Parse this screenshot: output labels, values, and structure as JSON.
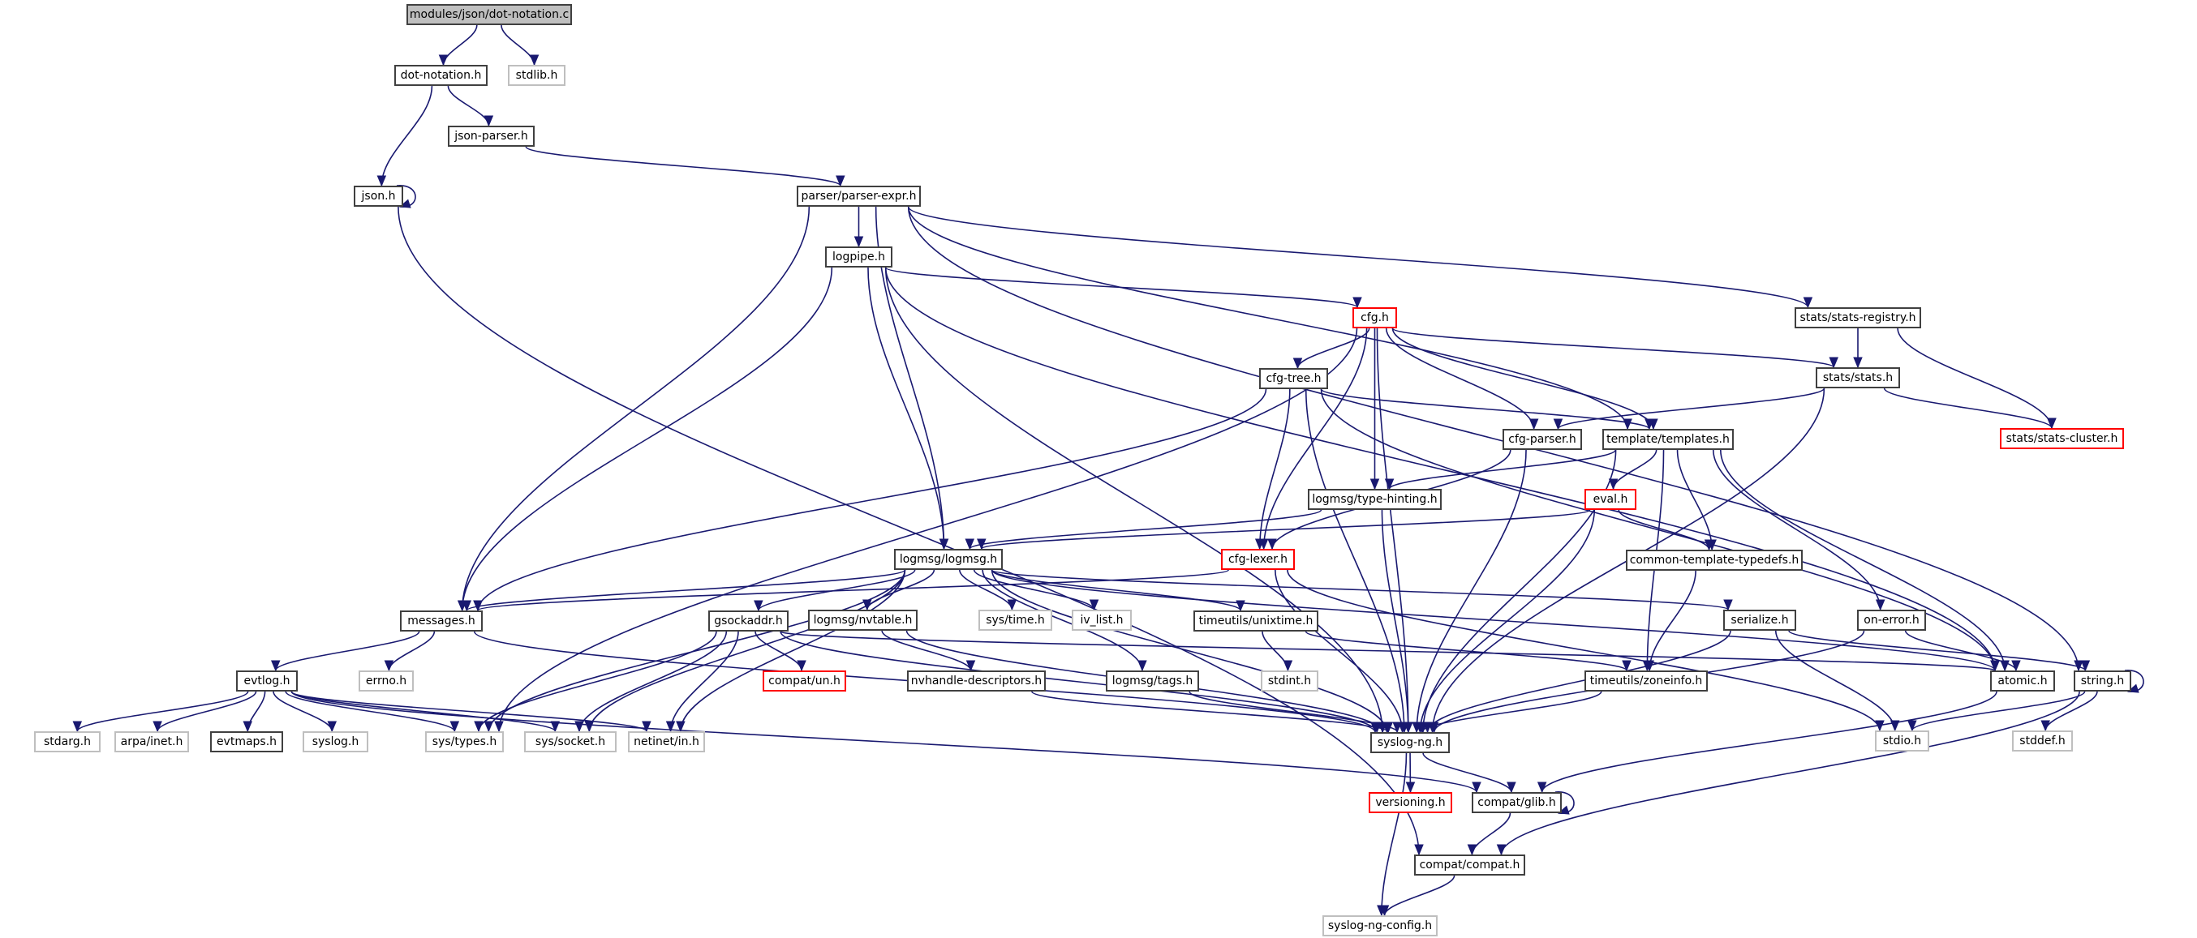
{
  "title": "modules/json/dot-notation.c include dependency graph",
  "colors": {
    "edge": "#191970",
    "root_fill": "#bfbfbf",
    "normal_border": "#404040",
    "external_border": "#bfbfbf",
    "truncated_border": "#ff0000"
  },
  "nodes": [
    {
      "id": "root",
      "label": "modules/json/dot-notation.c",
      "kind": "root"
    },
    {
      "id": "dot_notation_h",
      "label": "dot-notation.h",
      "kind": "normal"
    },
    {
      "id": "stdlib_h",
      "label": "stdlib.h",
      "kind": "external"
    },
    {
      "id": "json_parser_h",
      "label": "json-parser.h",
      "kind": "normal"
    },
    {
      "id": "json_h",
      "label": "json.h",
      "kind": "normal"
    },
    {
      "id": "parser_expr_h",
      "label": "parser/parser-expr.h",
      "kind": "normal"
    },
    {
      "id": "logpipe_h",
      "label": "logpipe.h",
      "kind": "normal"
    },
    {
      "id": "cfg_h",
      "label": "cfg.h",
      "kind": "truncated"
    },
    {
      "id": "stats_registry_h",
      "label": "stats/stats-registry.h",
      "kind": "normal"
    },
    {
      "id": "cfg_tree_h",
      "label": "cfg-tree.h",
      "kind": "normal"
    },
    {
      "id": "stats_h",
      "label": "stats/stats.h",
      "kind": "normal"
    },
    {
      "id": "cfg_parser_h",
      "label": "cfg-parser.h",
      "kind": "normal"
    },
    {
      "id": "templates_h",
      "label": "template/templates.h",
      "kind": "normal"
    },
    {
      "id": "stats_cluster_h",
      "label": "stats/stats-cluster.h",
      "kind": "truncated"
    },
    {
      "id": "type_hinting_h",
      "label": "logmsg/type-hinting.h",
      "kind": "normal"
    },
    {
      "id": "eval_h",
      "label": "eval.h",
      "kind": "truncated"
    },
    {
      "id": "logmsg_h",
      "label": "logmsg/logmsg.h",
      "kind": "normal"
    },
    {
      "id": "cfg_lexer_h",
      "label": "cfg-lexer.h",
      "kind": "truncated"
    },
    {
      "id": "common_template_typedefs_h",
      "label": "common-template-typedefs.h",
      "kind": "normal"
    },
    {
      "id": "messages_h",
      "label": "messages.h",
      "kind": "normal"
    },
    {
      "id": "gsockaddr_h",
      "label": "gsockaddr.h",
      "kind": "normal"
    },
    {
      "id": "nvtable_h",
      "label": "logmsg/nvtable.h",
      "kind": "normal"
    },
    {
      "id": "sys_time_h",
      "label": "sys/time.h",
      "kind": "external"
    },
    {
      "id": "iv_list_h",
      "label": "iv_list.h",
      "kind": "external"
    },
    {
      "id": "unixtime_h",
      "label": "timeutils/unixtime.h",
      "kind": "normal"
    },
    {
      "id": "serialize_h",
      "label": "serialize.h",
      "kind": "normal"
    },
    {
      "id": "on_error_h",
      "label": "on-error.h",
      "kind": "normal"
    },
    {
      "id": "evtlog_h",
      "label": "evtlog.h",
      "kind": "normal"
    },
    {
      "id": "errno_h",
      "label": "errno.h",
      "kind": "external"
    },
    {
      "id": "compat_un_h",
      "label": "compat/un.h",
      "kind": "truncated"
    },
    {
      "id": "nvhandle_descriptors_h",
      "label": "nvhandle-descriptors.h",
      "kind": "normal"
    },
    {
      "id": "tags_h",
      "label": "logmsg/tags.h",
      "kind": "normal"
    },
    {
      "id": "stdint_h",
      "label": "stdint.h",
      "kind": "external"
    },
    {
      "id": "zoneinfo_h",
      "label": "timeutils/zoneinfo.h",
      "kind": "normal"
    },
    {
      "id": "atomic_h",
      "label": "atomic.h",
      "kind": "normal"
    },
    {
      "id": "string_h",
      "label": "string.h",
      "kind": "normal"
    },
    {
      "id": "stdarg_h",
      "label": "stdarg.h",
      "kind": "external"
    },
    {
      "id": "arpa_inet_h",
      "label": "arpa/inet.h",
      "kind": "external"
    },
    {
      "id": "evtmaps_h",
      "label": "evtmaps.h",
      "kind": "normal"
    },
    {
      "id": "syslog_h",
      "label": "syslog.h",
      "kind": "external"
    },
    {
      "id": "sys_types_h",
      "label": "sys/types.h",
      "kind": "external"
    },
    {
      "id": "sys_socket_h",
      "label": "sys/socket.h",
      "kind": "external"
    },
    {
      "id": "netinet_in_h",
      "label": "netinet/in.h",
      "kind": "external"
    },
    {
      "id": "syslog_ng_h",
      "label": "syslog-ng.h",
      "kind": "normal"
    },
    {
      "id": "stdio_h",
      "label": "stdio.h",
      "kind": "external"
    },
    {
      "id": "stddef_h",
      "label": "stddef.h",
      "kind": "external"
    },
    {
      "id": "versioning_h",
      "label": "versioning.h",
      "kind": "truncated"
    },
    {
      "id": "compat_glib_h",
      "label": "compat/glib.h",
      "kind": "normal"
    },
    {
      "id": "compat_compat_h",
      "label": "compat/compat.h",
      "kind": "normal"
    },
    {
      "id": "syslog_ng_config_h",
      "label": "syslog-ng-config.h",
      "kind": "external"
    }
  ],
  "edges": [
    [
      "root",
      "dot_notation_h"
    ],
    [
      "root",
      "stdlib_h"
    ],
    [
      "dot_notation_h",
      "json_h"
    ],
    [
      "dot_notation_h",
      "json_parser_h"
    ],
    [
      "json_h",
      "json_h"
    ],
    [
      "json_h",
      "compat_compat_h"
    ],
    [
      "json_parser_h",
      "parser_expr_h"
    ],
    [
      "parser_expr_h",
      "logpipe_h"
    ],
    [
      "parser_expr_h",
      "messages_h"
    ],
    [
      "parser_expr_h",
      "logmsg_h"
    ],
    [
      "parser_expr_h",
      "templates_h"
    ],
    [
      "parser_expr_h",
      "stats_registry_h"
    ],
    [
      "parser_expr_h",
      "string_h"
    ],
    [
      "logpipe_h",
      "cfg_h"
    ],
    [
      "logpipe_h",
      "messages_h"
    ],
    [
      "logpipe_h",
      "logmsg_h"
    ],
    [
      "logpipe_h",
      "syslog_ng_h"
    ],
    [
      "logpipe_h",
      "atomic_h"
    ],
    [
      "cfg_h",
      "cfg_tree_h"
    ],
    [
      "cfg_h",
      "type_hinting_h"
    ],
    [
      "cfg_h",
      "cfg_parser_h"
    ],
    [
      "cfg_h",
      "templates_h"
    ],
    [
      "cfg_h",
      "stats_h"
    ],
    [
      "cfg_h",
      "cfg_lexer_h"
    ],
    [
      "cfg_h",
      "syslog_ng_h"
    ],
    [
      "cfg_h",
      "sys_types_h"
    ],
    [
      "cfg_tree_h",
      "messages_h"
    ],
    [
      "cfg_tree_h",
      "templates_h"
    ],
    [
      "cfg_tree_h",
      "cfg_lexer_h"
    ],
    [
      "cfg_tree_h",
      "syslog_ng_h"
    ],
    [
      "cfg_tree_h",
      "atomic_h"
    ],
    [
      "stats_registry_h",
      "stats_h"
    ],
    [
      "stats_registry_h",
      "stats_cluster_h"
    ],
    [
      "stats_h",
      "stats_cluster_h"
    ],
    [
      "stats_h",
      "cfg_parser_h"
    ],
    [
      "stats_h",
      "syslog_ng_h"
    ],
    [
      "cfg_parser_h",
      "cfg_lexer_h"
    ],
    [
      "cfg_parser_h",
      "syslog_ng_h"
    ],
    [
      "templates_h",
      "type_hinting_h"
    ],
    [
      "templates_h",
      "eval_h"
    ],
    [
      "templates_h",
      "common_template_typedefs_h"
    ],
    [
      "templates_h",
      "zoneinfo_h"
    ],
    [
      "templates_h",
      "on_error_h"
    ],
    [
      "templates_h",
      "syslog_ng_h"
    ],
    [
      "templates_h",
      "atomic_h"
    ],
    [
      "type_hinting_h",
      "logmsg_h"
    ],
    [
      "type_hinting_h",
      "syslog_ng_h"
    ],
    [
      "eval_h",
      "logmsg_h"
    ],
    [
      "eval_h",
      "common_template_typedefs_h"
    ],
    [
      "eval_h",
      "syslog_ng_h"
    ],
    [
      "common_template_typedefs_h",
      "zoneinfo_h"
    ],
    [
      "cfg_lexer_h",
      "messages_h"
    ],
    [
      "cfg_lexer_h",
      "syslog_ng_h"
    ],
    [
      "cfg_lexer_h",
      "stdio_h"
    ],
    [
      "logmsg_h",
      "messages_h"
    ],
    [
      "logmsg_h",
      "gsockaddr_h"
    ],
    [
      "logmsg_h",
      "nvtable_h"
    ],
    [
      "logmsg_h",
      "sys_time_h"
    ],
    [
      "logmsg_h",
      "iv_list_h"
    ],
    [
      "logmsg_h",
      "unixtime_h"
    ],
    [
      "logmsg_h",
      "serialize_h"
    ],
    [
      "logmsg_h",
      "tags_h"
    ],
    [
      "logmsg_h",
      "syslog_ng_h"
    ],
    [
      "logmsg_h",
      "sys_types_h"
    ],
    [
      "logmsg_h",
      "sys_socket_h"
    ],
    [
      "logmsg_h",
      "netinet_in_h"
    ],
    [
      "logmsg_h",
      "atomic_h"
    ],
    [
      "messages_h",
      "evtlog_h"
    ],
    [
      "messages_h",
      "errno_h"
    ],
    [
      "messages_h",
      "syslog_ng_h"
    ],
    [
      "gsockaddr_h",
      "compat_un_h"
    ],
    [
      "gsockaddr_h",
      "sys_types_h"
    ],
    [
      "gsockaddr_h",
      "sys_socket_h"
    ],
    [
      "gsockaddr_h",
      "netinet_in_h"
    ],
    [
      "gsockaddr_h",
      "syslog_ng_h"
    ],
    [
      "gsockaddr_h",
      "atomic_h"
    ],
    [
      "nvtable_h",
      "nvhandle_descriptors_h"
    ],
    [
      "nvtable_h",
      "syslog_ng_h"
    ],
    [
      "nvhandle_descriptors_h",
      "syslog_ng_h"
    ],
    [
      "tags_h",
      "syslog_ng_h"
    ],
    [
      "unixtime_h",
      "stdint_h"
    ],
    [
      "unixtime_h",
      "zoneinfo_h"
    ],
    [
      "zoneinfo_h",
      "syslog_ng_h"
    ],
    [
      "serialize_h",
      "syslog_ng_h"
    ],
    [
      "serialize_h",
      "stdio_h"
    ],
    [
      "serialize_h",
      "string_h"
    ],
    [
      "on_error_h",
      "syslog_ng_h"
    ],
    [
      "on_error_h",
      "atomic_h"
    ],
    [
      "evtlog_h",
      "stdarg_h"
    ],
    [
      "evtlog_h",
      "arpa_inet_h"
    ],
    [
      "evtlog_h",
      "evtmaps_h"
    ],
    [
      "evtlog_h",
      "syslog_h"
    ],
    [
      "evtlog_h",
      "sys_types_h"
    ],
    [
      "evtlog_h",
      "sys_socket_h"
    ],
    [
      "evtlog_h",
      "netinet_in_h"
    ],
    [
      "evtlog_h",
      "compat_glib_h"
    ],
    [
      "atomic_h",
      "compat_glib_h"
    ],
    [
      "string_h",
      "string_h"
    ],
    [
      "string_h",
      "stdio_h"
    ],
    [
      "string_h",
      "stddef_h"
    ],
    [
      "string_h",
      "compat_compat_h"
    ],
    [
      "syslog_ng_h",
      "versioning_h"
    ],
    [
      "syslog_ng_h",
      "compat_glib_h"
    ],
    [
      "syslog_ng_h",
      "syslog_ng_config_h"
    ],
    [
      "compat_glib_h",
      "compat_glib_h"
    ],
    [
      "compat_glib_h",
      "compat_compat_h"
    ],
    [
      "compat_compat_h",
      "syslog_ng_config_h"
    ]
  ]
}
